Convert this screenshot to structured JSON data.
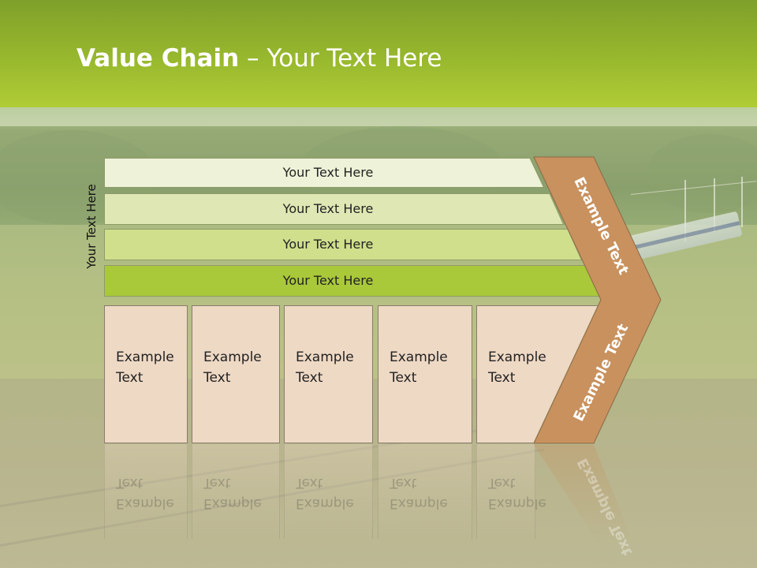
{
  "title": {
    "bold": "Value Chain",
    "rest": " – Your Text Here"
  },
  "side_label": "Your Text Here",
  "rows": [
    {
      "label": "Your Text Here",
      "fill": "#eef2d8"
    },
    {
      "label": "Your Text Here",
      "fill": "#dfe8b4"
    },
    {
      "label": "Your Text Here",
      "fill": "#cfdf8c"
    },
    {
      "label": "Your Text Here",
      "fill": "#a9c83a"
    }
  ],
  "boxes": [
    {
      "line1": "Example",
      "line2": "Text"
    },
    {
      "line1": "Example",
      "line2": "Text"
    },
    {
      "line1": "Example",
      "line2": "Text"
    },
    {
      "line1": "Example",
      "line2": "Text"
    },
    {
      "line1": "Example",
      "line2": "Text"
    }
  ],
  "chevron": {
    "upper_label": "Example Text",
    "lower_label": "Example Text",
    "fill": "#c8915e"
  },
  "colors": {
    "title_bar": "#98b82e",
    "box_fill": "#eed9c5"
  }
}
